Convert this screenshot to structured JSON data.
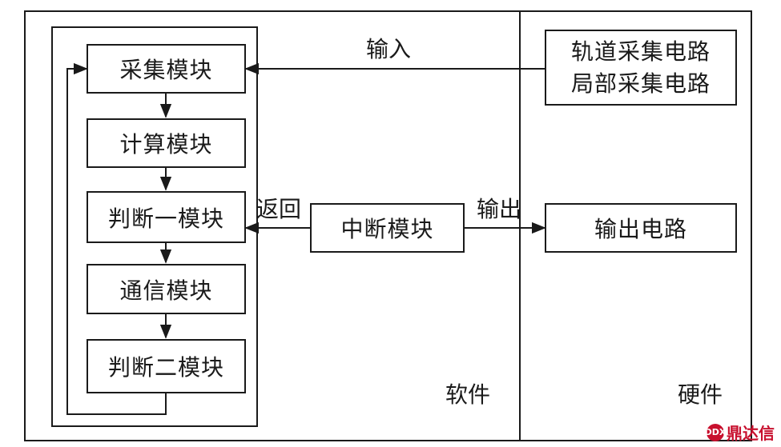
{
  "software_modules": [
    "采集模块",
    "计算模块",
    "判断一模块",
    "通信模块",
    "判断二模块"
  ],
  "interrupt_module": "中断模块",
  "hardware": {
    "collect_lines": [
      "轨道采集电路",
      "局部采集电路"
    ],
    "output_circuit": "输出电路"
  },
  "labels": {
    "input": "输入",
    "return": "返回",
    "output": "输出",
    "software": "软件",
    "hardware": "硬件"
  },
  "watermark": {
    "text": "鼎达信",
    "logo_text": "DDX"
  }
}
